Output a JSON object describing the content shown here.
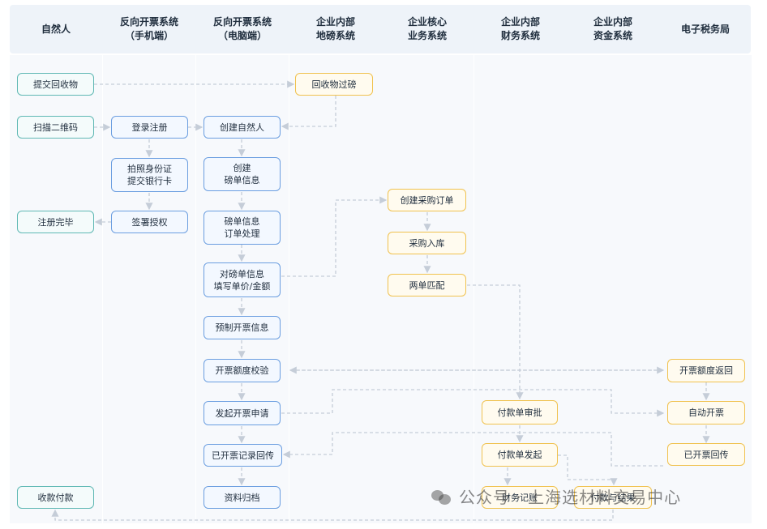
{
  "lanes": [
    {
      "id": "natural",
      "line1": "自然人",
      "line2": ""
    },
    {
      "id": "mobile",
      "line1": "反向开票系统",
      "line2": "（手机端）"
    },
    {
      "id": "pc",
      "line1": "反向开票系统",
      "line2": "（电脑端）"
    },
    {
      "id": "weigh",
      "line1": "企业内部",
      "line2": "地磅系统"
    },
    {
      "id": "core",
      "line1": "企业核心",
      "line2": "业务系统"
    },
    {
      "id": "finance",
      "line1": "企业内部",
      "line2": "财务系统"
    },
    {
      "id": "fund",
      "line1": "企业内部",
      "line2": "资金系统"
    },
    {
      "id": "tax",
      "line1": "电子税务局",
      "line2": ""
    }
  ],
  "nodes": {
    "submit": {
      "l1": "提交回收物",
      "l2": ""
    },
    "scan": {
      "l1": "扫描二维码",
      "l2": ""
    },
    "reg_done": {
      "l1": "注册完毕",
      "l2": ""
    },
    "receive_pay": {
      "l1": "收款付款",
      "l2": ""
    },
    "login": {
      "l1": "登录注册",
      "l2": ""
    },
    "photo": {
      "l1": "拍照身份证",
      "l2": "提交银行卡"
    },
    "sign": {
      "l1": "签署授权",
      "l2": ""
    },
    "create_person": {
      "l1": "创建自然人",
      "l2": ""
    },
    "create_weigh": {
      "l1": "创建",
      "l2": "磅单信息"
    },
    "weigh_order": {
      "l1": "磅单信息",
      "l2": "订单处理"
    },
    "fill_price": {
      "l1": "对磅单信息",
      "l2": "填写单价/金额"
    },
    "pre_invoice": {
      "l1": "预制开票信息",
      "l2": ""
    },
    "quota_check": {
      "l1": "开票额度校验",
      "l2": ""
    },
    "apply_invoice": {
      "l1": "发起开票申请",
      "l2": ""
    },
    "record_back": {
      "l1": "已开票记录回传",
      "l2": ""
    },
    "archive": {
      "l1": "资料归档",
      "l2": ""
    },
    "weighing": {
      "l1": "回收物过磅",
      "l2": ""
    },
    "create_po": {
      "l1": "创建采购订单",
      "l2": ""
    },
    "stock_in": {
      "l1": "采购入库",
      "l2": ""
    },
    "match": {
      "l1": "两单匹配",
      "l2": ""
    },
    "pay_approve": {
      "l1": "付款单审批",
      "l2": ""
    },
    "pay_start": {
      "l1": "付款单发起",
      "l2": ""
    },
    "accounting": {
      "l1": "财务记账",
      "l2": ""
    },
    "pay_result": {
      "l1": "付款与结果",
      "l2": ""
    },
    "quota_return": {
      "l1": "开票额度返回",
      "l2": ""
    },
    "auto_invoice": {
      "l1": "自动开票",
      "l2": ""
    },
    "invoiced_back": {
      "l1": "已开票回传",
      "l2": ""
    }
  },
  "watermark": {
    "text": "公众号 · 上海选材料交易中心"
  },
  "colors": {
    "teal": "#5fb8b4",
    "blue": "#6b9ee0",
    "yellow": "#f0c24f",
    "arrow": "#c5cdd8"
  }
}
